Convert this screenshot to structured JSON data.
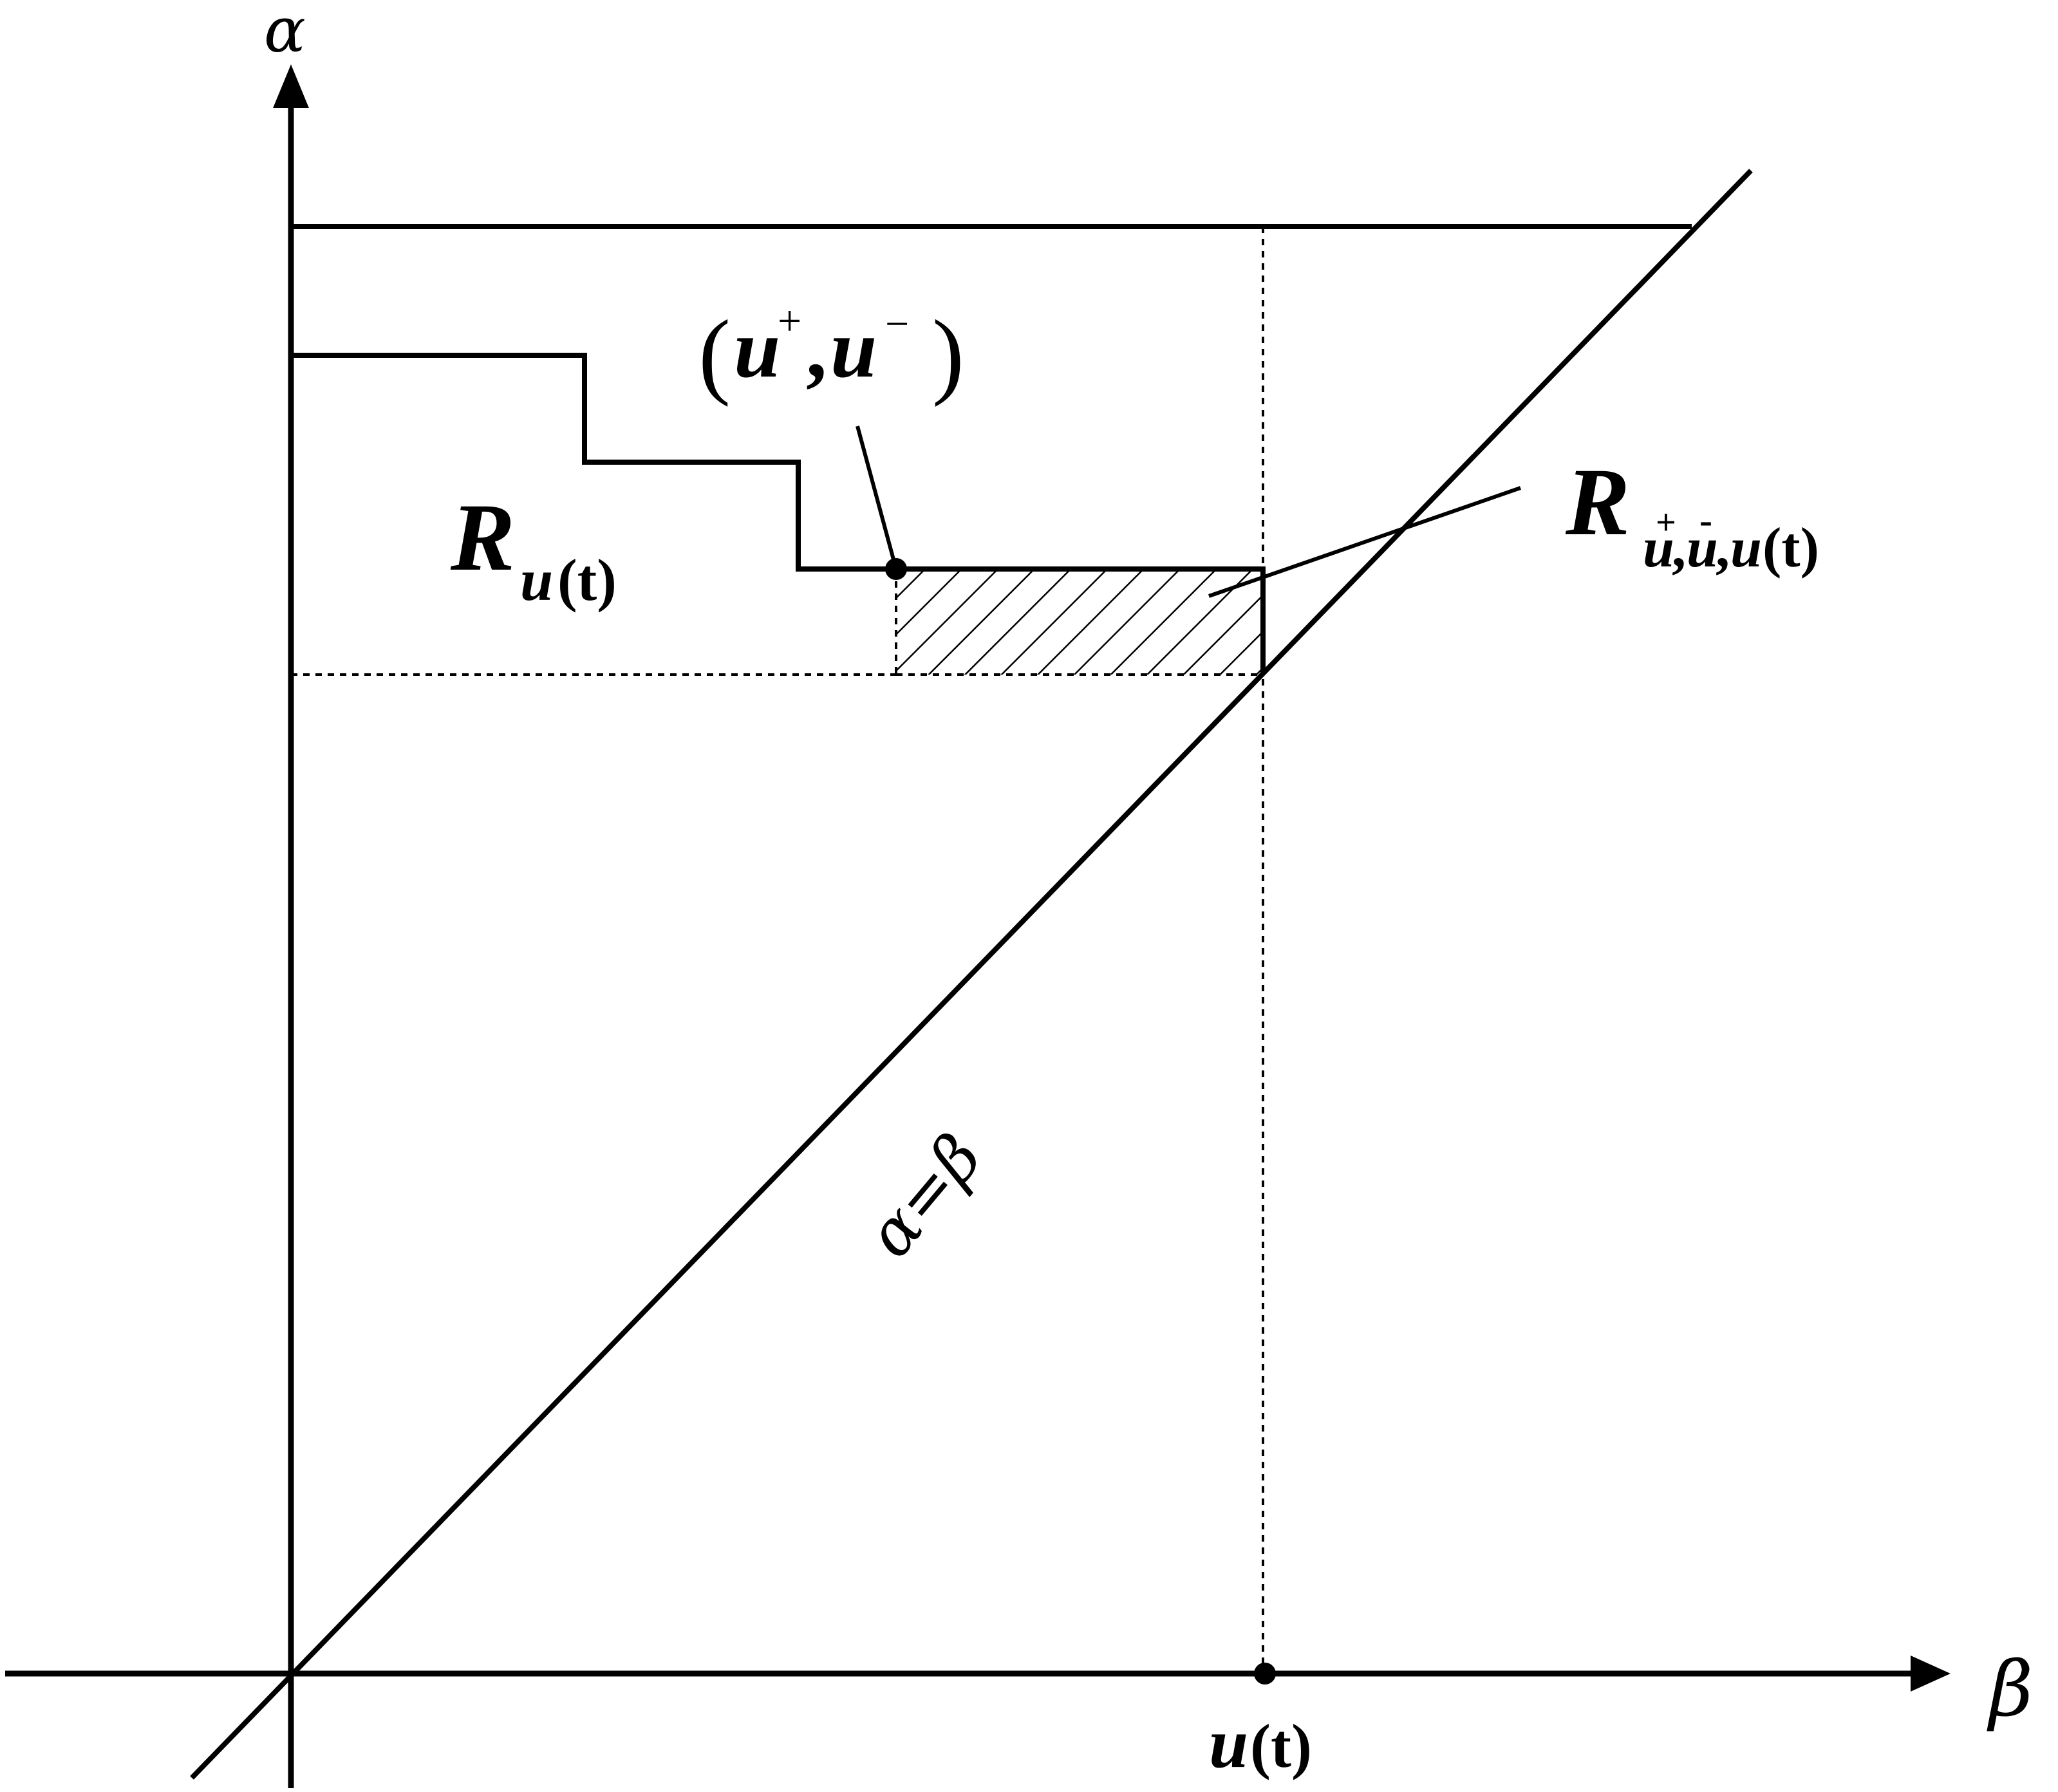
{
  "axes": {
    "vertical_label": "α",
    "horizontal_label": "β"
  },
  "diagonal_label": "α=β",
  "region_label": {
    "main": "R",
    "subscript_var": "u",
    "subscript_paren": "(t)"
  },
  "subregion_label": {
    "main": "R",
    "sub_u1": "u",
    "sub_plus": "+",
    "sub_sep1": ",",
    "sub_u2": "u",
    "sub_minus": "-",
    "sub_sep2": ",",
    "sub_u3": "u",
    "sub_paren": "(t)"
  },
  "point_label": {
    "open_paren": "(",
    "u1": "u",
    "plus": "+",
    "comma": ",",
    "u2": "u",
    "minus": "−",
    "close_paren": ")"
  },
  "tick_label": {
    "var": "u",
    "paren": "(t)"
  }
}
